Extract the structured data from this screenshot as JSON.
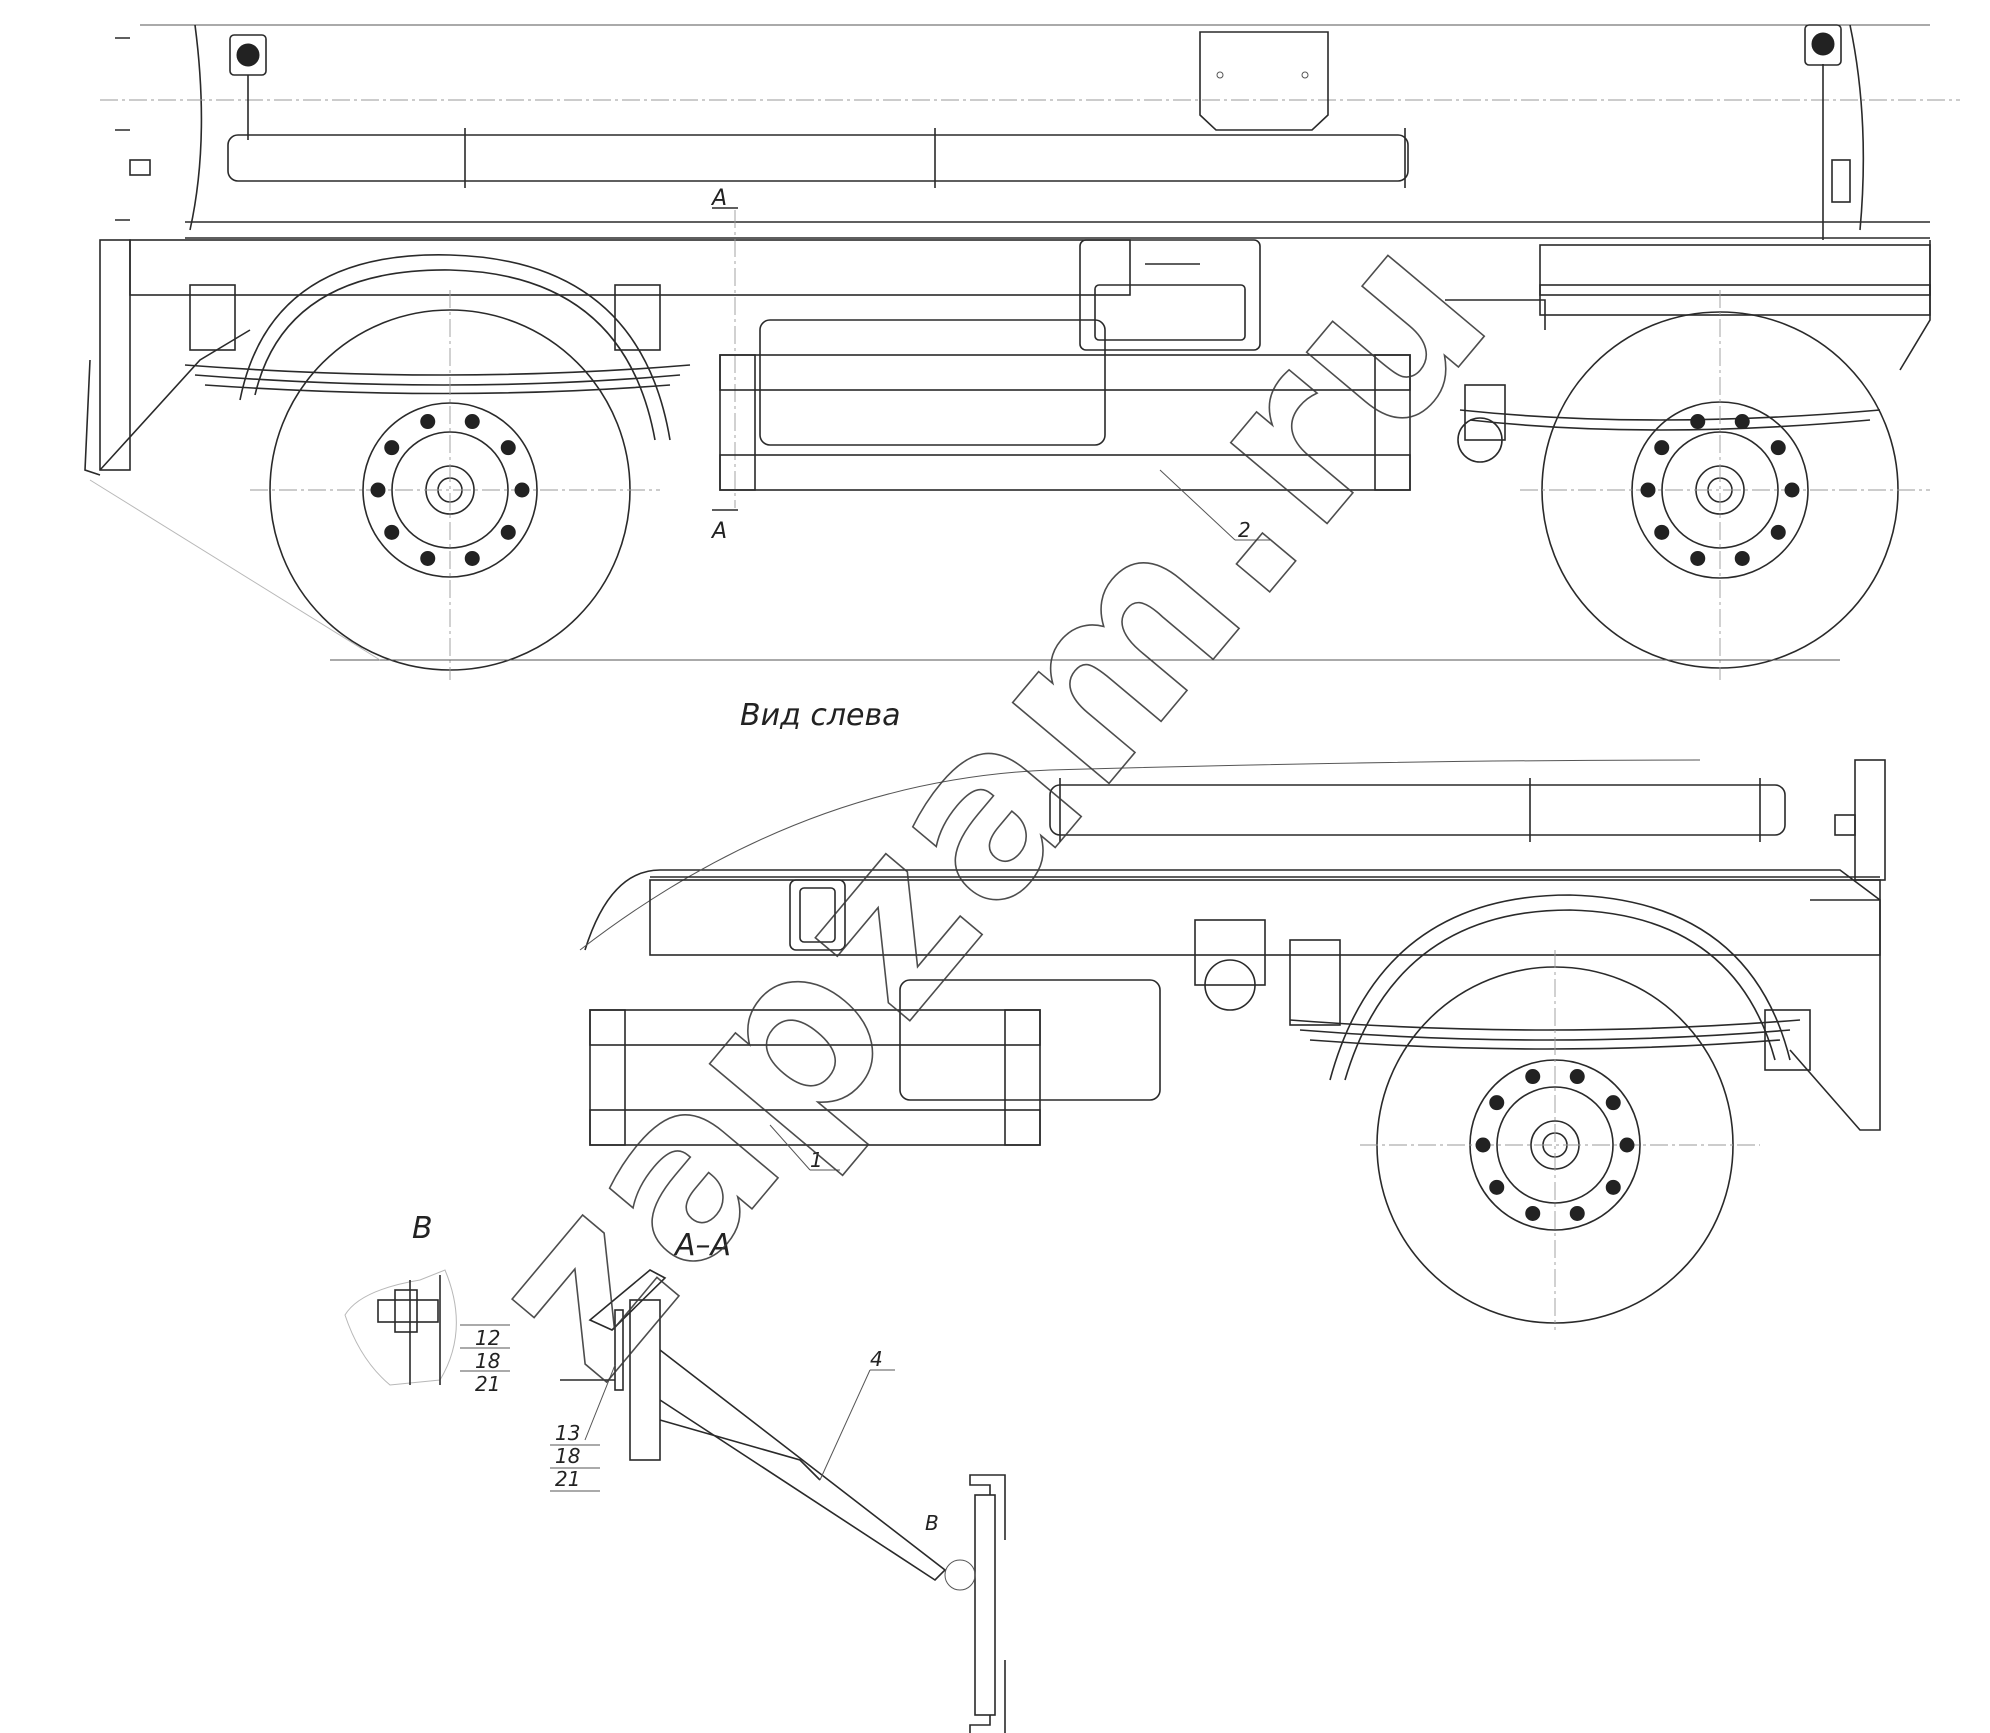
{
  "view_title": "Вид слева",
  "section_label": "А–А",
  "section_marker": "А",
  "detail_label": "В",
  "watermark": "zapzam.ru",
  "callouts": {
    "part_1": "1",
    "part_2": "2",
    "part_4": "4"
  },
  "detail_stack": [
    "12",
    "18",
    "21"
  ],
  "section_stack": [
    "13",
    "18",
    "21"
  ]
}
